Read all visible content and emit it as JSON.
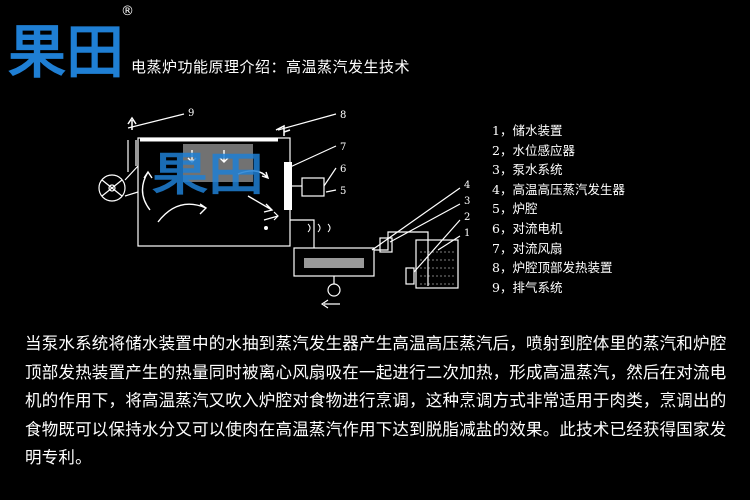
{
  "brand": {
    "name": "果田",
    "registered_mark": "®",
    "accent_color": "#1f7fd4"
  },
  "header": {
    "title": "电蒸炉功能原理介绍：高温蒸汽发生技术"
  },
  "diagram": {
    "callout_numbers": [
      "9",
      "8",
      "7",
      "6",
      "5",
      "4",
      "3",
      "2",
      "1"
    ],
    "watermark": "果田"
  },
  "legend": {
    "items": [
      "1，储水装置",
      "2，水位感应器",
      "3，泵水系统",
      "4，高温高压蒸汽发生器",
      "5，炉腔",
      "6，对流电机",
      "7，对流风扇",
      "8，炉腔顶部发热装置",
      "9，排气系统"
    ]
  },
  "description": {
    "text": "当泵水系统将储水装置中的水抽到蒸汽发生器产生高温高压蒸汽后，喷射到腔体里的蒸汽和炉腔顶部发热装置产生的热量同时被离心风扇吸在一起进行二次加热，形成高温蒸汽，然后在对流电机的作用下，将高温蒸汽又吹入炉腔对食物进行烹调，这种烹调方式非常适用于肉类，烹调出的食物既可以保持水分又可以使肉在高温蒸汽作用下达到脱脂减盐的效果。此技术已经获得国家发明专利。"
  }
}
